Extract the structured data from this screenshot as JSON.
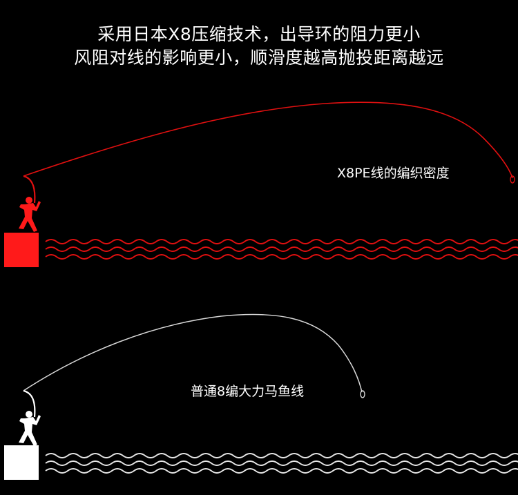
{
  "headline": {
    "line1": "采用日本X8压缩技术，出导环的阻力更小",
    "line2": "风阻对线的影响更小，顺滑度越高抛投距离越远"
  },
  "scenes": {
    "pe": {
      "label": "X8PE线的编织密度",
      "color": "#ff1a1a"
    },
    "standard": {
      "label": "普通8编大力马鱼线",
      "color": "#ffffff"
    }
  }
}
